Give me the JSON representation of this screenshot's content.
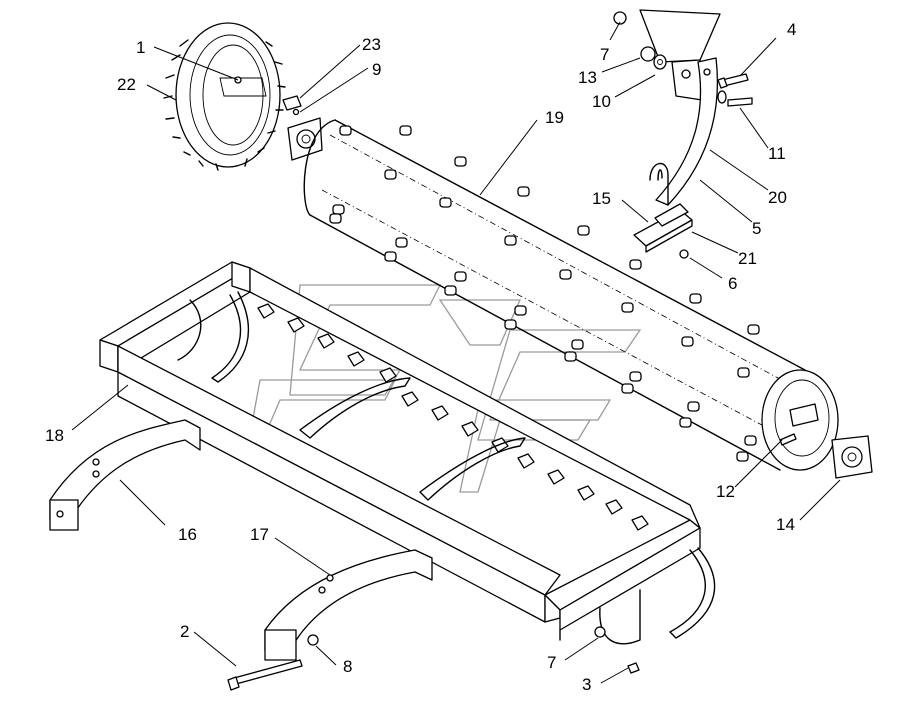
{
  "callouts": {
    "c1": "1",
    "c2": "2",
    "c3": "3",
    "c4": "4",
    "c5": "5",
    "c6": "6",
    "c7a": "7",
    "c7b": "7",
    "c8": "8",
    "c9": "9",
    "c10": "10",
    "c11": "11",
    "c12": "12",
    "c13": "13",
    "c14": "14",
    "c15": "15",
    "c16": "16",
    "c17": "17",
    "c18": "18",
    "c19": "19",
    "c20": "20",
    "c21": "21",
    "c22": "22",
    "c23": "23"
  }
}
